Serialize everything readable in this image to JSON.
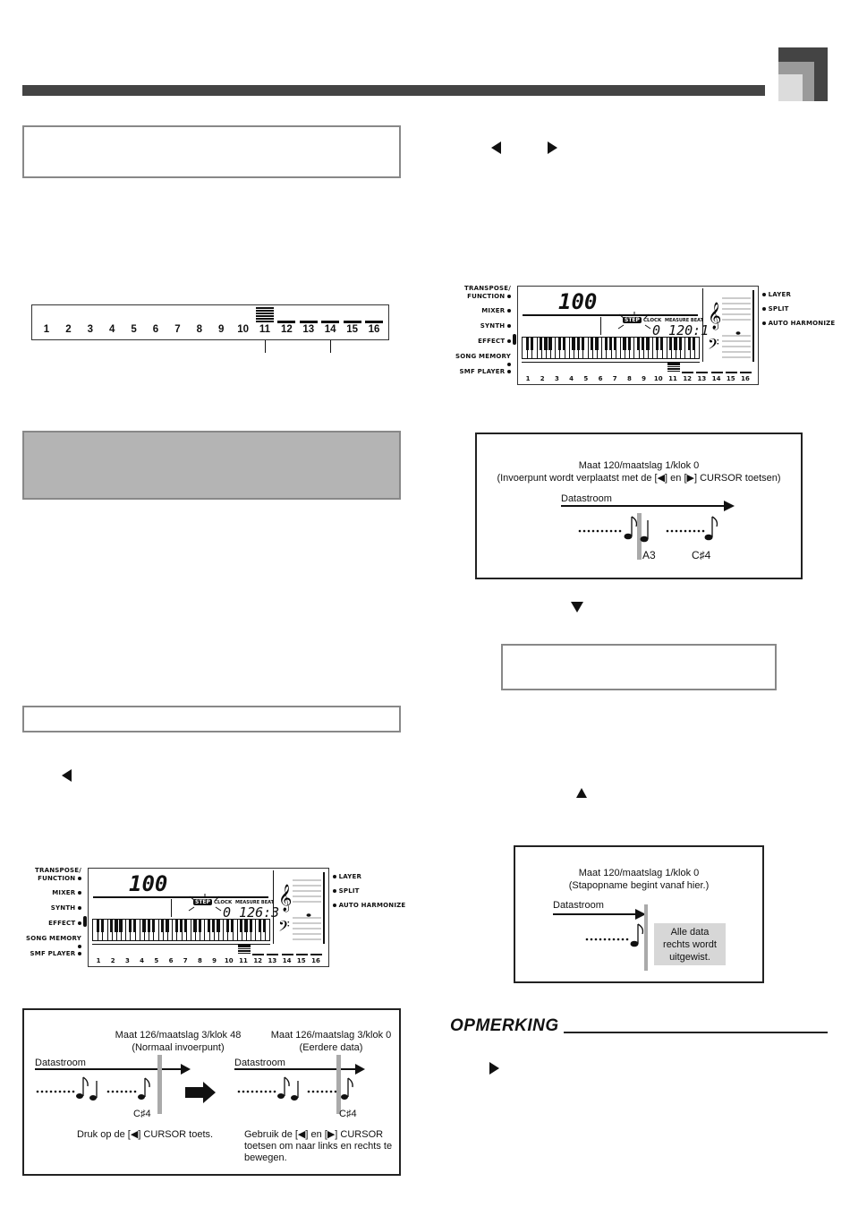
{
  "track_strip": {
    "numbers": [
      "1",
      "2",
      "3",
      "4",
      "5",
      "6",
      "7",
      "8",
      "9",
      "10",
      "11",
      "12",
      "13",
      "14",
      "15",
      "16"
    ]
  },
  "lcd_common": {
    "left_labels": [
      "TRANSPOSE/\nFUNCTION",
      "MIXER",
      "SYNTH",
      "EFFECT",
      "SONG MEMORY",
      "SMF PLAYER"
    ],
    "right_labels": [
      "LAYER",
      "SPLIT",
      "AUTO HARMONIZE"
    ],
    "tempo": "100",
    "step": "STEP",
    "clock": "CLOCK",
    "measure_beat": "MEASURE BEAT"
  },
  "lcd_right": {
    "counter": "0 120:1"
  },
  "lcd_left": {
    "counter": "0 126:3"
  },
  "diagram_right_top": {
    "title_line1": "Maat 120/maatslag 1/klok 0",
    "title_line2": "(Invoerpunt wordt verplaatst met de [◀] en [▶] CURSOR toetsen)",
    "stream": "Datastroom",
    "note1": "A3",
    "note2": "C♯4"
  },
  "diagram_right_bottom": {
    "title_line1": "Maat 120/maatslag 1/klok 0",
    "title_line2": "(Stapopname begint vanaf hier.)",
    "stream": "Datastroom",
    "erase_line1": "Alle data",
    "erase_line2": "rechts wordt",
    "erase_line3": "uitgewist."
  },
  "diagram_bottom_left": {
    "left_title1": "Maat 126/maatslag 3/klok 48",
    "left_title2": "(Normaal invoerpunt)",
    "right_title1": "Maat 126/maatslag 3/klok 0",
    "right_title2": "(Eerdere data)",
    "stream_left": "Datastroom",
    "stream_right": "Datastroom",
    "note_left": "C♯4",
    "note_right": "C♯4",
    "caption_left": "Druk op de [◀] CURSOR toets.",
    "caption_right_1": "Gebruik de [◀] en [▶] CURSOR",
    "caption_right_2": "toetsen om naar links en rechts te",
    "caption_right_3": "bewegen."
  },
  "note_heading": "OPMERKING"
}
